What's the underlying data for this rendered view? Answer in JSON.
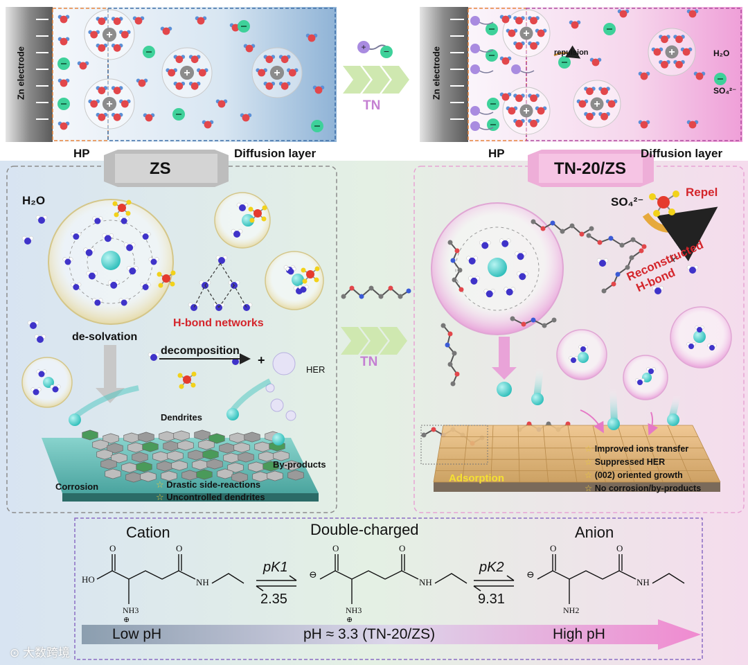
{
  "top_left_panel": {
    "electrode_label": "Zn electrode",
    "hp_label": "HP",
    "diffusion_label": "Diffusion layer"
  },
  "top_middle": {
    "additive_label": "TN"
  },
  "top_right_panel": {
    "electrode_label": "Zn electrode",
    "hp_label": "HP",
    "diffusion_label": "Diffusion layer",
    "repulsion_label": "repulsion",
    "legend_water": "H₂O",
    "legend_sulfate": "SO₄²⁻"
  },
  "zs_panel": {
    "title": "ZS",
    "water_label": "H₂O",
    "hbond_label": "H-bond networks",
    "desolvation_label": "de-solvation",
    "decomposition_label": "decomposition",
    "plus_sign": "+",
    "her_label": "HER",
    "dendrites_label": "Dendrites",
    "byproducts_label": "By-products",
    "corrosion_label": "Corrosion",
    "points": [
      "Drastic side-reactions",
      "Uncontrolled dendrites"
    ]
  },
  "middle": {
    "additive_label": "TN"
  },
  "tn_panel": {
    "title": "TN-20/ZS",
    "sulfate_label": "SO₄²⁻",
    "repel_label": "Repel",
    "hbond_label_1": "Reconstructed",
    "hbond_label_2": "H-bond",
    "adsorption_label": "Adsorption",
    "points": [
      "Improved ions transfer",
      "Suppressed HER",
      "(002) oriented growth",
      "No corrosion/by-products"
    ]
  },
  "bottom": {
    "cation_label": "Cation",
    "double_label": "Double-charged",
    "anion_label": "Anion",
    "pk1_label": "pK1",
    "pk1_value": "2.35",
    "pk2_label": "pK2",
    "pk2_value": "9.31",
    "cation_groups": {
      "oh": "HO",
      "nh": "NH",
      "o1": "O",
      "o2": "O",
      "nh3": "NH3",
      "plus": "⊕"
    },
    "double_groups": {
      "ominus": "⊖",
      "o1": "O",
      "o2": "O",
      "nh": "NH",
      "nh3": "NH3",
      "plus": "⊕"
    },
    "anion_groups": {
      "ominus": "⊖",
      "o1": "O",
      "o2": "O",
      "nh": "NH",
      "nh2": "NH2"
    },
    "low_ph": "Low pH",
    "mid_ph": "pH ≈ 3.3 (TN-20/ZS)",
    "high_ph": "High pH"
  },
  "watermark": "大数跨境",
  "colors": {
    "oxygen": "#e2474b",
    "hydrogen": "#5b8fd6",
    "zinc_ion": "#3fd3cf",
    "water_o": "#3f33c9",
    "sulfate": "#e53b2e",
    "sulfate_o": "#f2d21a",
    "tn_positive": "#a98be0",
    "tn_negative": "#3ed19a",
    "arrow_green": "#cfe8b0"
  }
}
